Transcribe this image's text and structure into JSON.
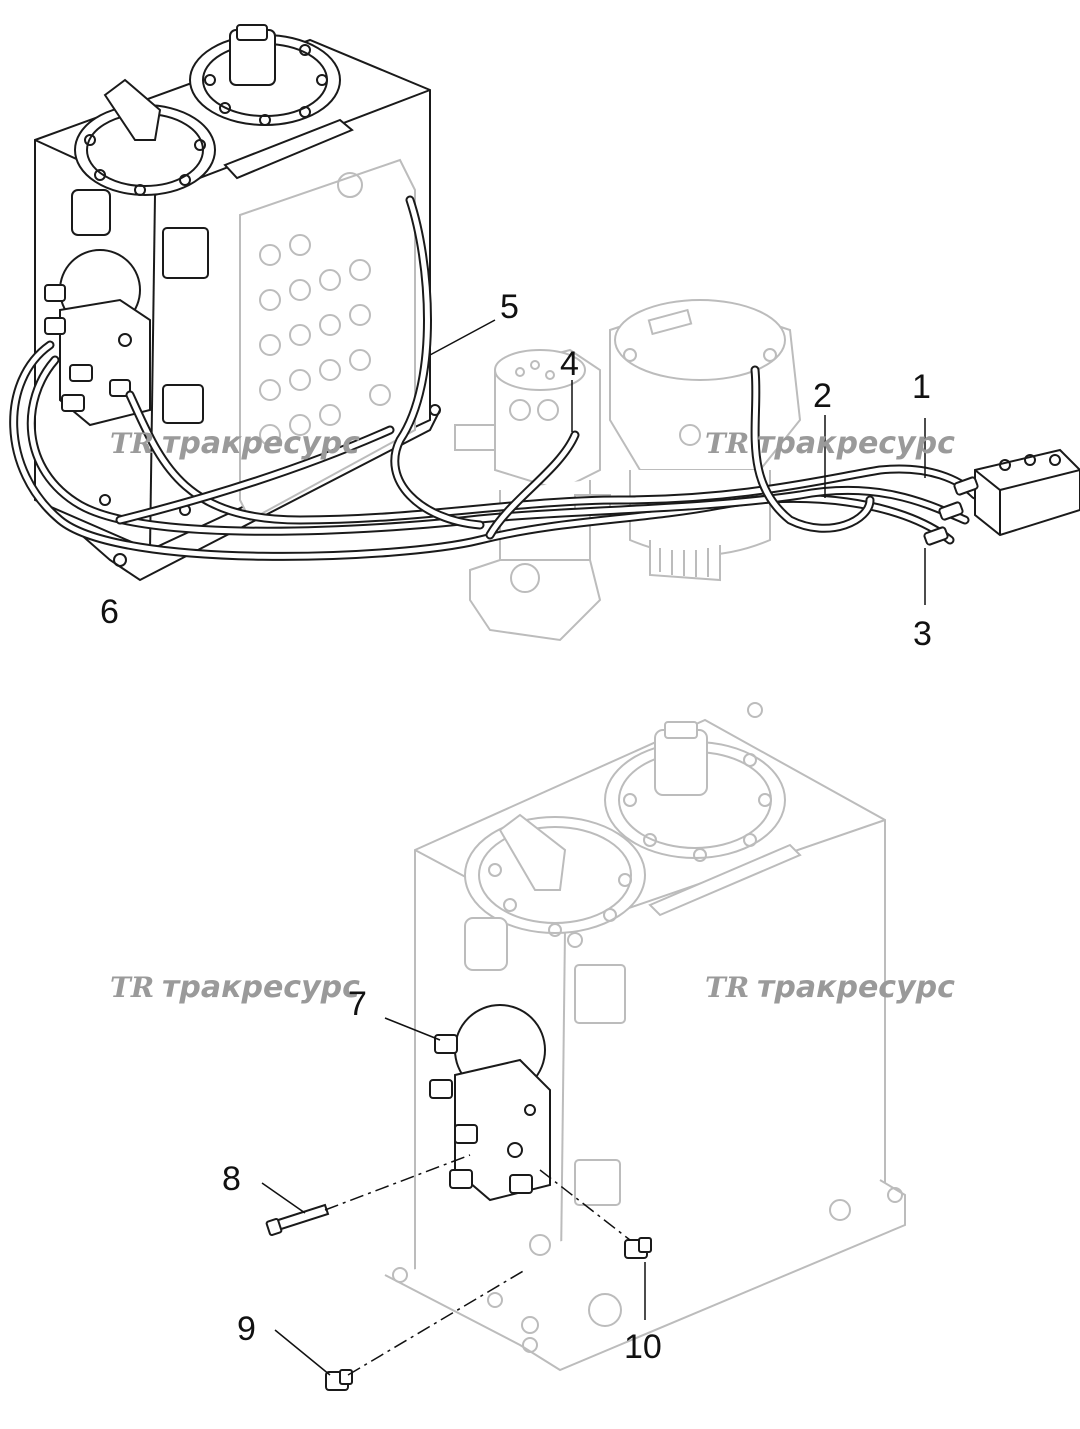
{
  "watermark": {
    "logo": "TR",
    "text": "тракресурс"
  },
  "callouts": [
    {
      "id": "1",
      "label": "1"
    },
    {
      "id": "2",
      "label": "2"
    },
    {
      "id": "3",
      "label": "3"
    },
    {
      "id": "4",
      "label": "4"
    },
    {
      "id": "5",
      "label": "5"
    },
    {
      "id": "6",
      "label": "6"
    },
    {
      "id": "7",
      "label": "7"
    },
    {
      "id": "8",
      "label": "8"
    },
    {
      "id": "9",
      "label": "9"
    },
    {
      "id": "10",
      "label": "10"
    }
  ],
  "colors": {
    "ink": "#1a1a1a",
    "ghost": "#bcbcbc",
    "watermark": "#9a9a9a",
    "background": "#ffffff"
  }
}
